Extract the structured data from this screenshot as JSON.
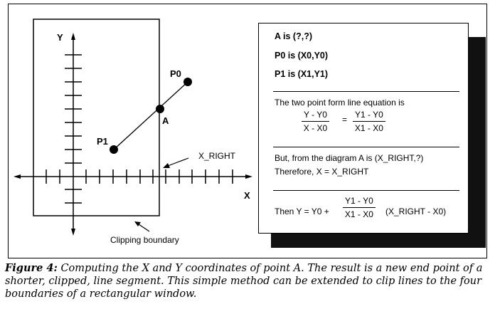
{
  "diagram": {
    "y_label": "Y",
    "x_label": "X",
    "p0_label": "P0",
    "a_label": "A",
    "p1_label": "P1",
    "x_right_label": "X_RIGHT",
    "boundary_label": "Clipping boundary"
  },
  "panel": {
    "defs": [
      "A is (?,?)",
      "P0 is (X0,Y0)",
      "P1 is (X1,Y1)"
    ],
    "eq_intro": "The two point form line equation is",
    "eq_lhs_num": "Y - Y0",
    "eq_lhs_den": "X - X0",
    "eq_sign": "=",
    "eq_rhs_num": "Y1 - Y0",
    "eq_rhs_den": "X1 - X0",
    "but_line": "But, from the diagram A is (X_RIGHT,?)",
    "therefore_line": "Therefore, X = X_RIGHT",
    "then_prefix": "Then  Y = Y0 +",
    "then_num": "Y1 - Y0",
    "then_den": "X1 - X0",
    "then_suffix": "(X_RIGHT - X0)"
  },
  "caption": {
    "label": "Figure 4:",
    "text": " Computing the X and Y coordinates of point A. The result is a new end point of a shorter, clipped, line segment. This simple method can be extended to clip lines to the four boundaries of a rectangular window."
  }
}
